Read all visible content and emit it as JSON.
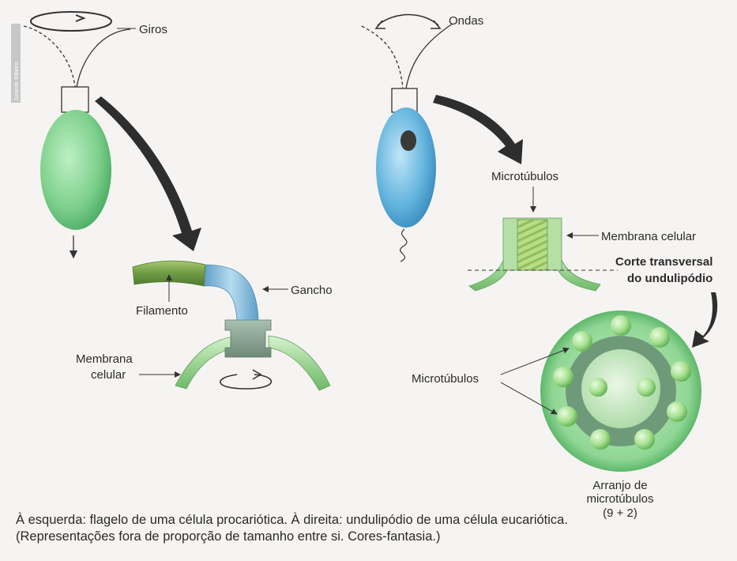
{
  "figure": {
    "credit": "Jurandir Ribeiro",
    "left": {
      "motion_label": "Giros",
      "label_filament": "Filamento",
      "label_hook": "Gancho",
      "label_membrane": [
        "Membrana",
        "celular"
      ]
    },
    "right": {
      "motion_label": "Ondas",
      "label_microtubules_top": "Microtúbulos",
      "label_membrane": "Membrana celular",
      "section_title": [
        "Corte transversal",
        "do undulipódio"
      ],
      "label_microtubules_cross": "Microtúbulos",
      "arrangement_label": [
        "Arranjo de",
        "microtúbulos",
        "(9 + 2)"
      ]
    },
    "colors": {
      "prokaryote_cell": "#8fd39a",
      "eukaryote_cell": "#6fb6de",
      "hook": "#8cc0e0",
      "filament": "#6f9a45",
      "membrane": "#a9dc9c",
      "cross_section_outer": "#8fd694",
      "cross_section_ring": "#6f9a7a",
      "arrow": "#3a3a3a"
    }
  },
  "caption": {
    "line1": "À esquerda: flagelo de uma célula procariótica. À direita: undulipódio de uma célula eucariótica.",
    "line2": "(Representações fora de proporção de tamanho entre si. Cores-fantasia.)"
  }
}
